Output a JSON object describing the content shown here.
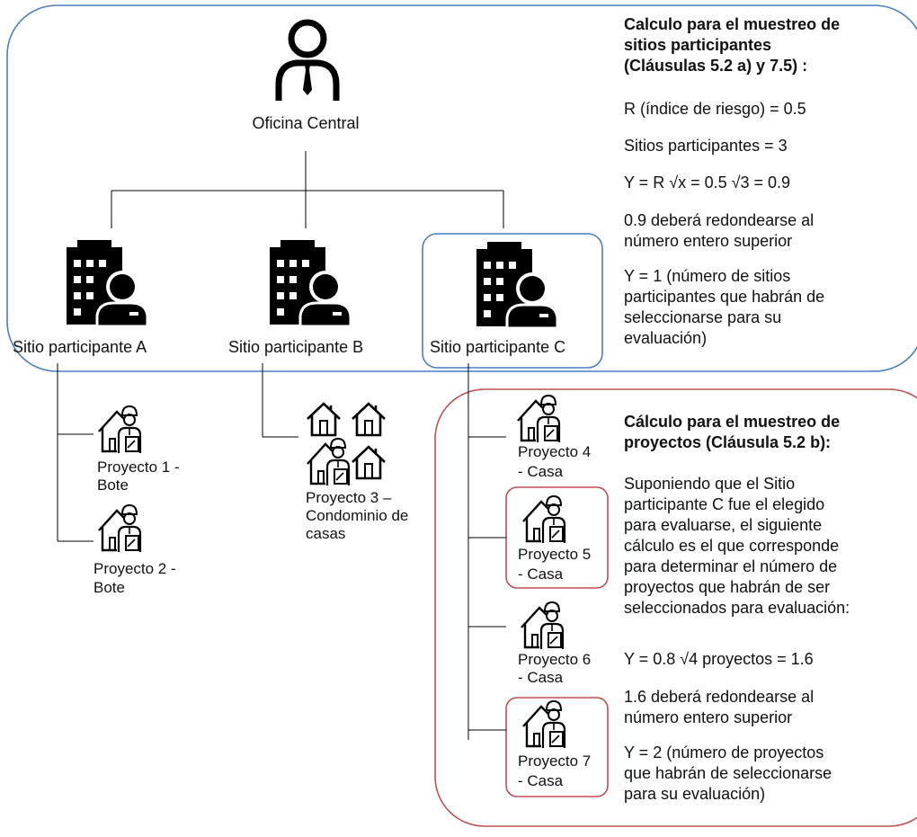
{
  "central": {
    "label": "Oficina Central",
    "icon": "person-icon"
  },
  "sites": [
    {
      "label": "Sitio participante A",
      "icon": "building-person-icon"
    },
    {
      "label": "Sitio participante B",
      "icon": "building-person-icon"
    },
    {
      "label": "Sitio participante C",
      "icon": "building-person-icon"
    }
  ],
  "projects": {
    "p1": {
      "line1": "Proyecto 1 -",
      "line2": "Bote"
    },
    "p2": {
      "line1": "Proyecto 2 -",
      "line2": "Bote"
    },
    "p3": {
      "line1": "Proyecto 3 –",
      "line2": "Condominio de",
      "line3": "casas"
    },
    "p4": {
      "line1": "Proyecto 4",
      "line2": "- Casa"
    },
    "p5": {
      "line1": "Proyecto 5",
      "line2": "- Casa"
    },
    "p6": {
      "line1": "Proyecto 6",
      "line2": "- Casa"
    },
    "p7": {
      "line1": "Proyecto 7",
      "line2": "- Casa"
    }
  },
  "sites_calc": {
    "title": [
      "Calculo para el muestreo de",
      "sitios participantes",
      "(Cláusulas 5.2 a) y 7.5) :"
    ],
    "r": "R (índice de riesgo) = 0.5",
    "count": "Sitios participantes = 3",
    "formula": "Y = R √x = 0.5 √3 = 0.9",
    "round": [
      "0.9 deberá redondearse al",
      "número entero superior"
    ],
    "result": [
      "Y = 1 (número de sitios",
      "participantes que habrán de",
      "seleccionarse para su",
      "evaluación)"
    ]
  },
  "projects_calc": {
    "title": [
      "Cálculo para el muestreo de",
      "proyectos (Cláusula 5.2 b):"
    ],
    "assume": [
      "Suponiendo que el Sitio",
      "participante C fue el elegido",
      "para evaluarse, el siguiente",
      "cálculo es el que corresponde",
      "para determinar el número de",
      "proyectos que habrán de ser",
      "seleccionados para evaluación:"
    ],
    "formula": "Y = 0.8 √4 proyectos = 1.6",
    "round": [
      "1.6 deberá redondearse al",
      "número entero superior"
    ],
    "result": [
      "Y = 2 (número de proyectos",
      "que habrán de seleccionarse",
      "para su evaluación)"
    ]
  },
  "colors": {
    "blue": "#4a7fc1",
    "red": "#c0504d",
    "line": "#000000"
  }
}
